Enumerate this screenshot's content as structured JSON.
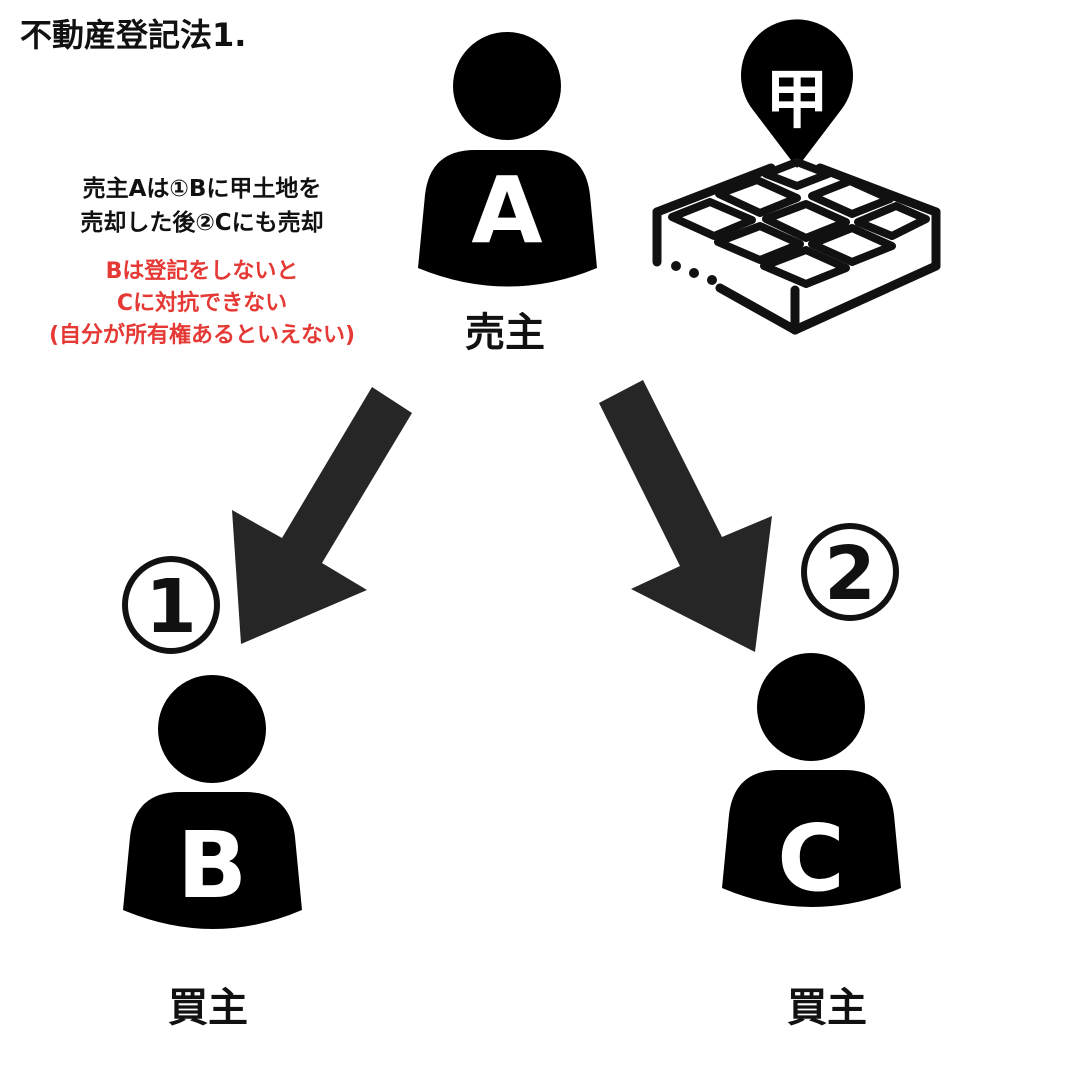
{
  "title": "不動産登記法1.",
  "note": {
    "lines": [
      "売主Aは①Bに甲土地を",
      "売却した後②Cにも売却"
    ],
    "emphasis": [
      "Bは登記をしないと",
      "Cに対抗できない",
      "(自分が所有権あるといえない)"
    ]
  },
  "parties": {
    "seller": {
      "letter": "A",
      "role": "売主"
    },
    "buyer1": {
      "letter": "B",
      "role": "買主"
    },
    "buyer2": {
      "letter": "C",
      "role": "買主"
    }
  },
  "land": {
    "label": "甲"
  },
  "sales": {
    "first": "①",
    "second": "②"
  },
  "colors": {
    "person": "#000000",
    "arrow": "#262626",
    "emphasis": "#e53935"
  }
}
